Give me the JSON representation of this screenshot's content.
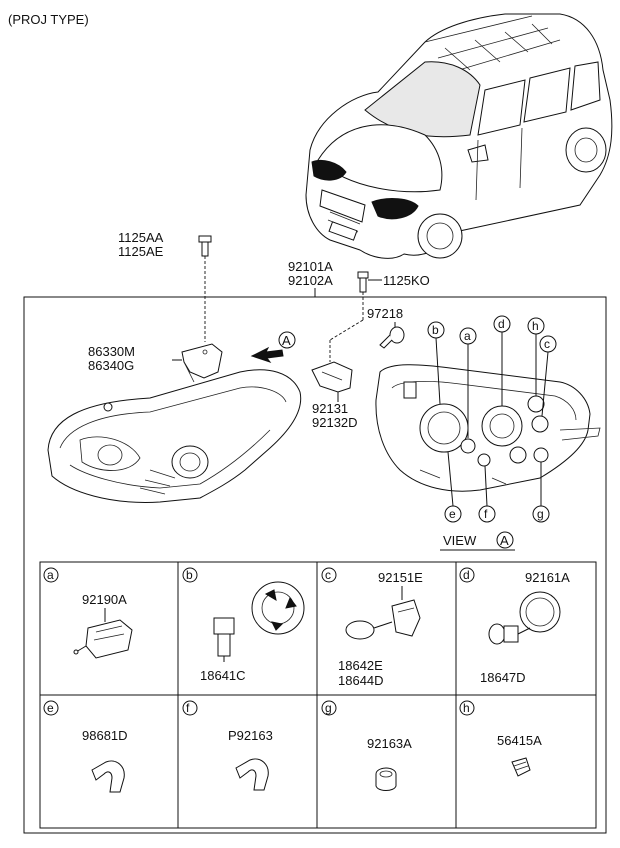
{
  "header": {
    "type_label": "(PROJ TYPE)"
  },
  "top_labels": {
    "bolt_a": "1125AA",
    "bolt_b": "1125AE",
    "assy_a": "92101A",
    "assy_b": "92102A",
    "screw": "1125KO",
    "bulb_cover": "97218",
    "bracket_a": "86330M",
    "bracket_b": "86340G",
    "clip_a": "92131",
    "clip_b": "92132D",
    "view_arrow_letter": "A",
    "view_label": "VIEW",
    "view_letter": "A"
  },
  "view_letters": [
    "b",
    "a",
    "d",
    "h",
    "c",
    "e",
    "f",
    "g"
  ],
  "cells": [
    {
      "letter": "a",
      "parts": [
        "92190A"
      ]
    },
    {
      "letter": "b",
      "parts": [
        "18641C"
      ]
    },
    {
      "letter": "c",
      "parts": [
        "92151E",
        "18642E",
        "18644D"
      ]
    },
    {
      "letter": "d",
      "parts": [
        "92161A",
        "18647D"
      ]
    },
    {
      "letter": "e",
      "parts": [
        "98681D"
      ]
    },
    {
      "letter": "f",
      "parts": [
        "P92163"
      ]
    },
    {
      "letter": "g",
      "parts": [
        "92163A"
      ]
    },
    {
      "letter": "h",
      "parts": [
        "56415A"
      ]
    }
  ],
  "icons": {
    "vehicle": "car-illustration",
    "headlamp": "headlamp-assembly",
    "view_back": "headlamp-rear-view"
  }
}
